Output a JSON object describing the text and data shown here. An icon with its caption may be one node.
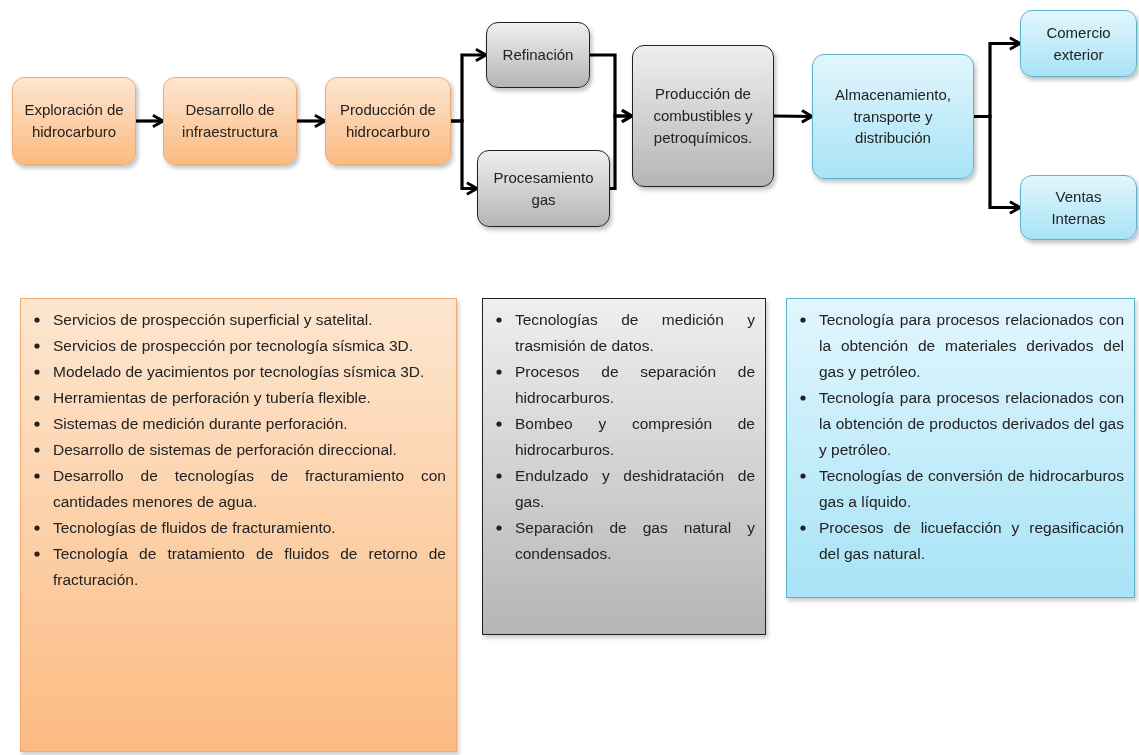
{
  "diagram": {
    "nodes": [
      {
        "text": [
          "Exploración de hidrocarburo"
        ]
      },
      {
        "text": [
          "Desarrollo de infraestructura"
        ]
      },
      {
        "text": [
          "Producción de hidrocarburo"
        ]
      },
      {
        "text": [
          "Refinación"
        ]
      },
      {
        "text": [
          "Procesamiento gas"
        ]
      },
      {
        "text": [
          "Producción de combustibles y petroquímicos."
        ]
      },
      {
        "text": [
          "Almacenamiento, transporte y distribución"
        ]
      },
      {
        "text": [
          "Comercio exterior"
        ]
      },
      {
        "text": [
          "Ventas Internas"
        ]
      },
      {
        "text": [
          "Servicios de prospección superficial y satelital.",
          "Servicios de prospección por tecnología sísmica 3D.",
          "Modelado de yacimientos por tecnologías sísmica 3D.",
          "Herramientas de perforación y tubería flexible.",
          "Sistemas de medición durante perforación.",
          "Desarrollo de sistemas de perforación direccional.",
          "Desarrollo de tecnologías de fracturamiento con cantidades menores de agua.",
          "Tecnologías de fluidos de fracturamiento.",
          "Tecnología de tratamiento de fluidos de retorno de fracturación."
        ]
      },
      {
        "text": [
          "Tecnologías de medición y trasmisión de datos.",
          "Procesos de separación de hidrocarburos.",
          "Bombeo y compresión de hidrocarburos.",
          "Endulzado y deshidratación de gas.",
          "Separación de gas natural y condensados."
        ]
      },
      {
        "text": [
          "Tecnología para procesos relacionados con la obtención de materiales derivados del gas y petróleo.",
          "Tecnología para procesos relacionados con la obtención de productos derivados del gas y petróleo.",
          "Tecnologías de conversión de hidrocarburos gas a líquido.",
          "Procesos de licuefacción y regasificación del gas natural."
        ]
      }
    ],
    "edges": [
      {
        "from": 0,
        "to": 1,
        "arrow": "to"
      },
      {
        "from": 1,
        "to": 2,
        "arrow": "to"
      },
      {
        "from": 2,
        "to": 3,
        "arrow": "to"
      },
      {
        "from": 2,
        "to": 4,
        "arrow": "to"
      },
      {
        "from": 3,
        "to": 5,
        "arrow": "to"
      },
      {
        "from": 4,
        "to": 5,
        "arrow": "to"
      },
      {
        "from": 5,
        "to": 6,
        "arrow": "to"
      },
      {
        "from": 6,
        "to": 7,
        "arrow": "to"
      },
      {
        "from": 6,
        "to": 8,
        "arrow": "to"
      }
    ]
  }
}
